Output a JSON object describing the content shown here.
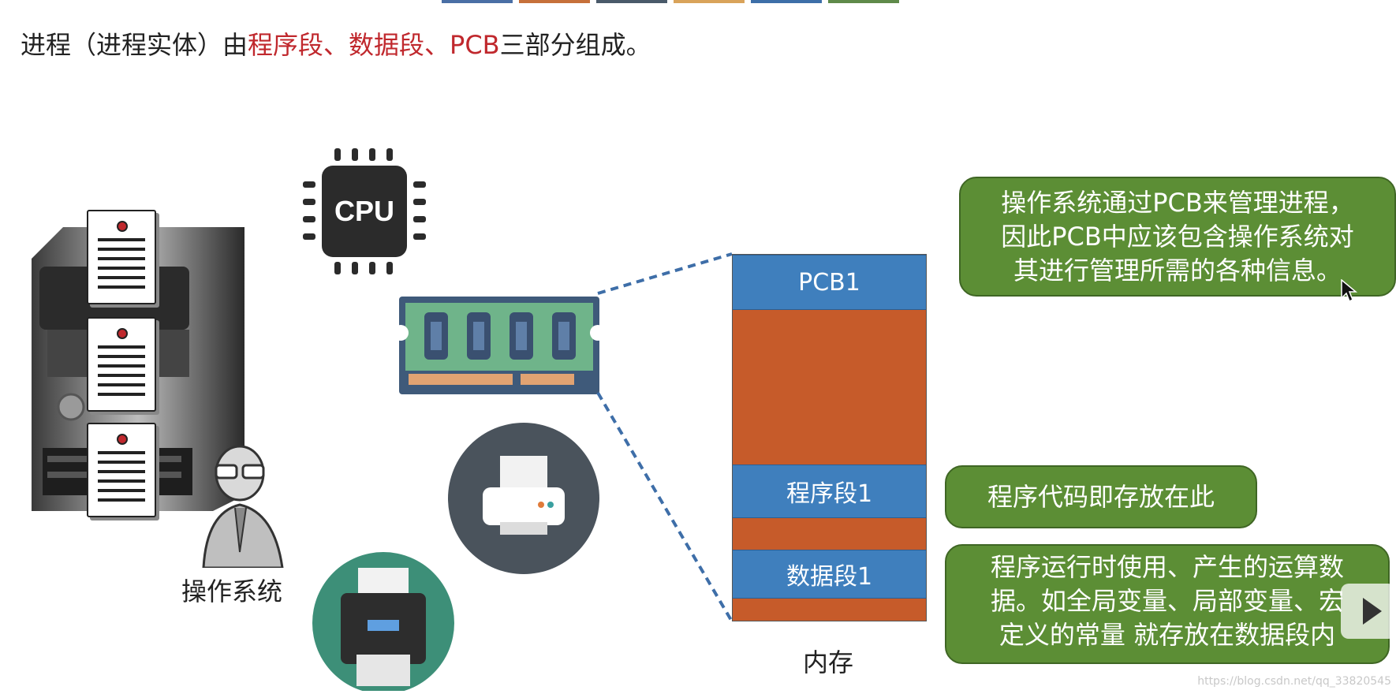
{
  "headline": {
    "prefix": "进程（进程实体）由",
    "part1": "程序段、数据段、",
    "part2": "PCB",
    "suffix": "三部分组成。"
  },
  "labels": {
    "os": "操作系统",
    "cpu": "CPU",
    "memory": "内存"
  },
  "memory_segments": {
    "pcb": "PCB1",
    "program": "程序段1",
    "data": "数据段1"
  },
  "callouts": {
    "pcb_line1": "操作系统通过PCB来管理进程，",
    "pcb_line2": "因此PCB中应该包含操作系统对",
    "pcb_line3": "其进行管理所需的各种信息。",
    "program": "程序代码即存放在此",
    "data_line1": "程序运行时使用、产生的运算数",
    "data_line2": "据。如全局变量、局部变量、宏",
    "data_line3": "定义的常量 就存放在数据段内"
  },
  "watermark": "https://blog.csdn.net/qq_33820545",
  "colors": {
    "segment_blue": "#3f7fbd",
    "memory_orange": "#c65b2a",
    "callout_green": "#5c8e35",
    "highlight_red": "#c0282d"
  },
  "top_strip_colors": [
    "#4a6fa5",
    "#c6703a",
    "#4a5a6a",
    "#d9a35a",
    "#3d6fa8",
    "#5f8a4a"
  ]
}
